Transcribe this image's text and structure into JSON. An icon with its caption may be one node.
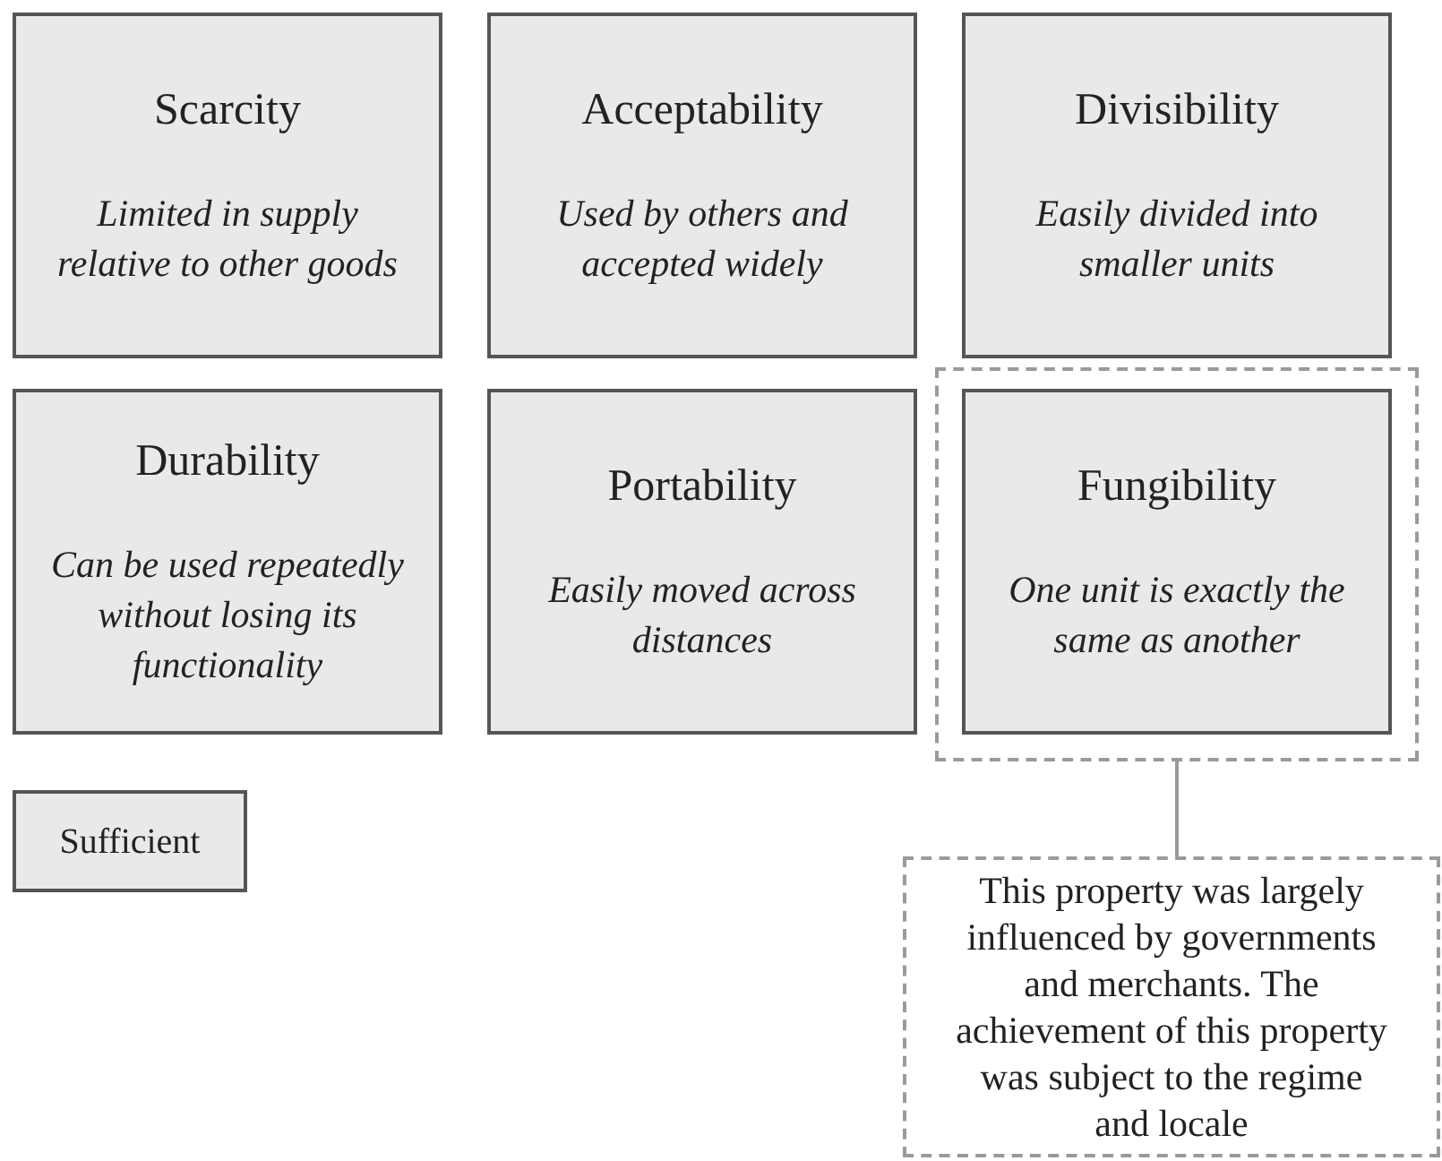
{
  "diagram": {
    "nodes": [
      {
        "text": [
          "Scarcity",
          "Limited in supply relative to other goods"
        ]
      },
      {
        "text": [
          "Acceptability",
          "Used by others and accepted widely"
        ]
      },
      {
        "text": [
          "Divisibility",
          "Easily divided into smaller units"
        ]
      },
      {
        "text": [
          "Durability",
          "Can be used repeatedly without losing its functionality"
        ]
      },
      {
        "text": [
          "Portability",
          "Easily moved across distances"
        ]
      },
      {
        "text": [],
        "shape": "box"
      },
      {
        "text": [
          "Fungibility",
          "One unit is exactly the same as another"
        ],
        "in": 5
      },
      {
        "text": [
          "Sufficient"
        ]
      },
      {
        "text": [
          "This property was largely influenced by governments and merchants. The achievement of this property was subject to the regime and locale"
        ]
      }
    ],
    "edges": [
      {
        "from": 5,
        "to": 8,
        "arrow": "none"
      }
    ]
  }
}
